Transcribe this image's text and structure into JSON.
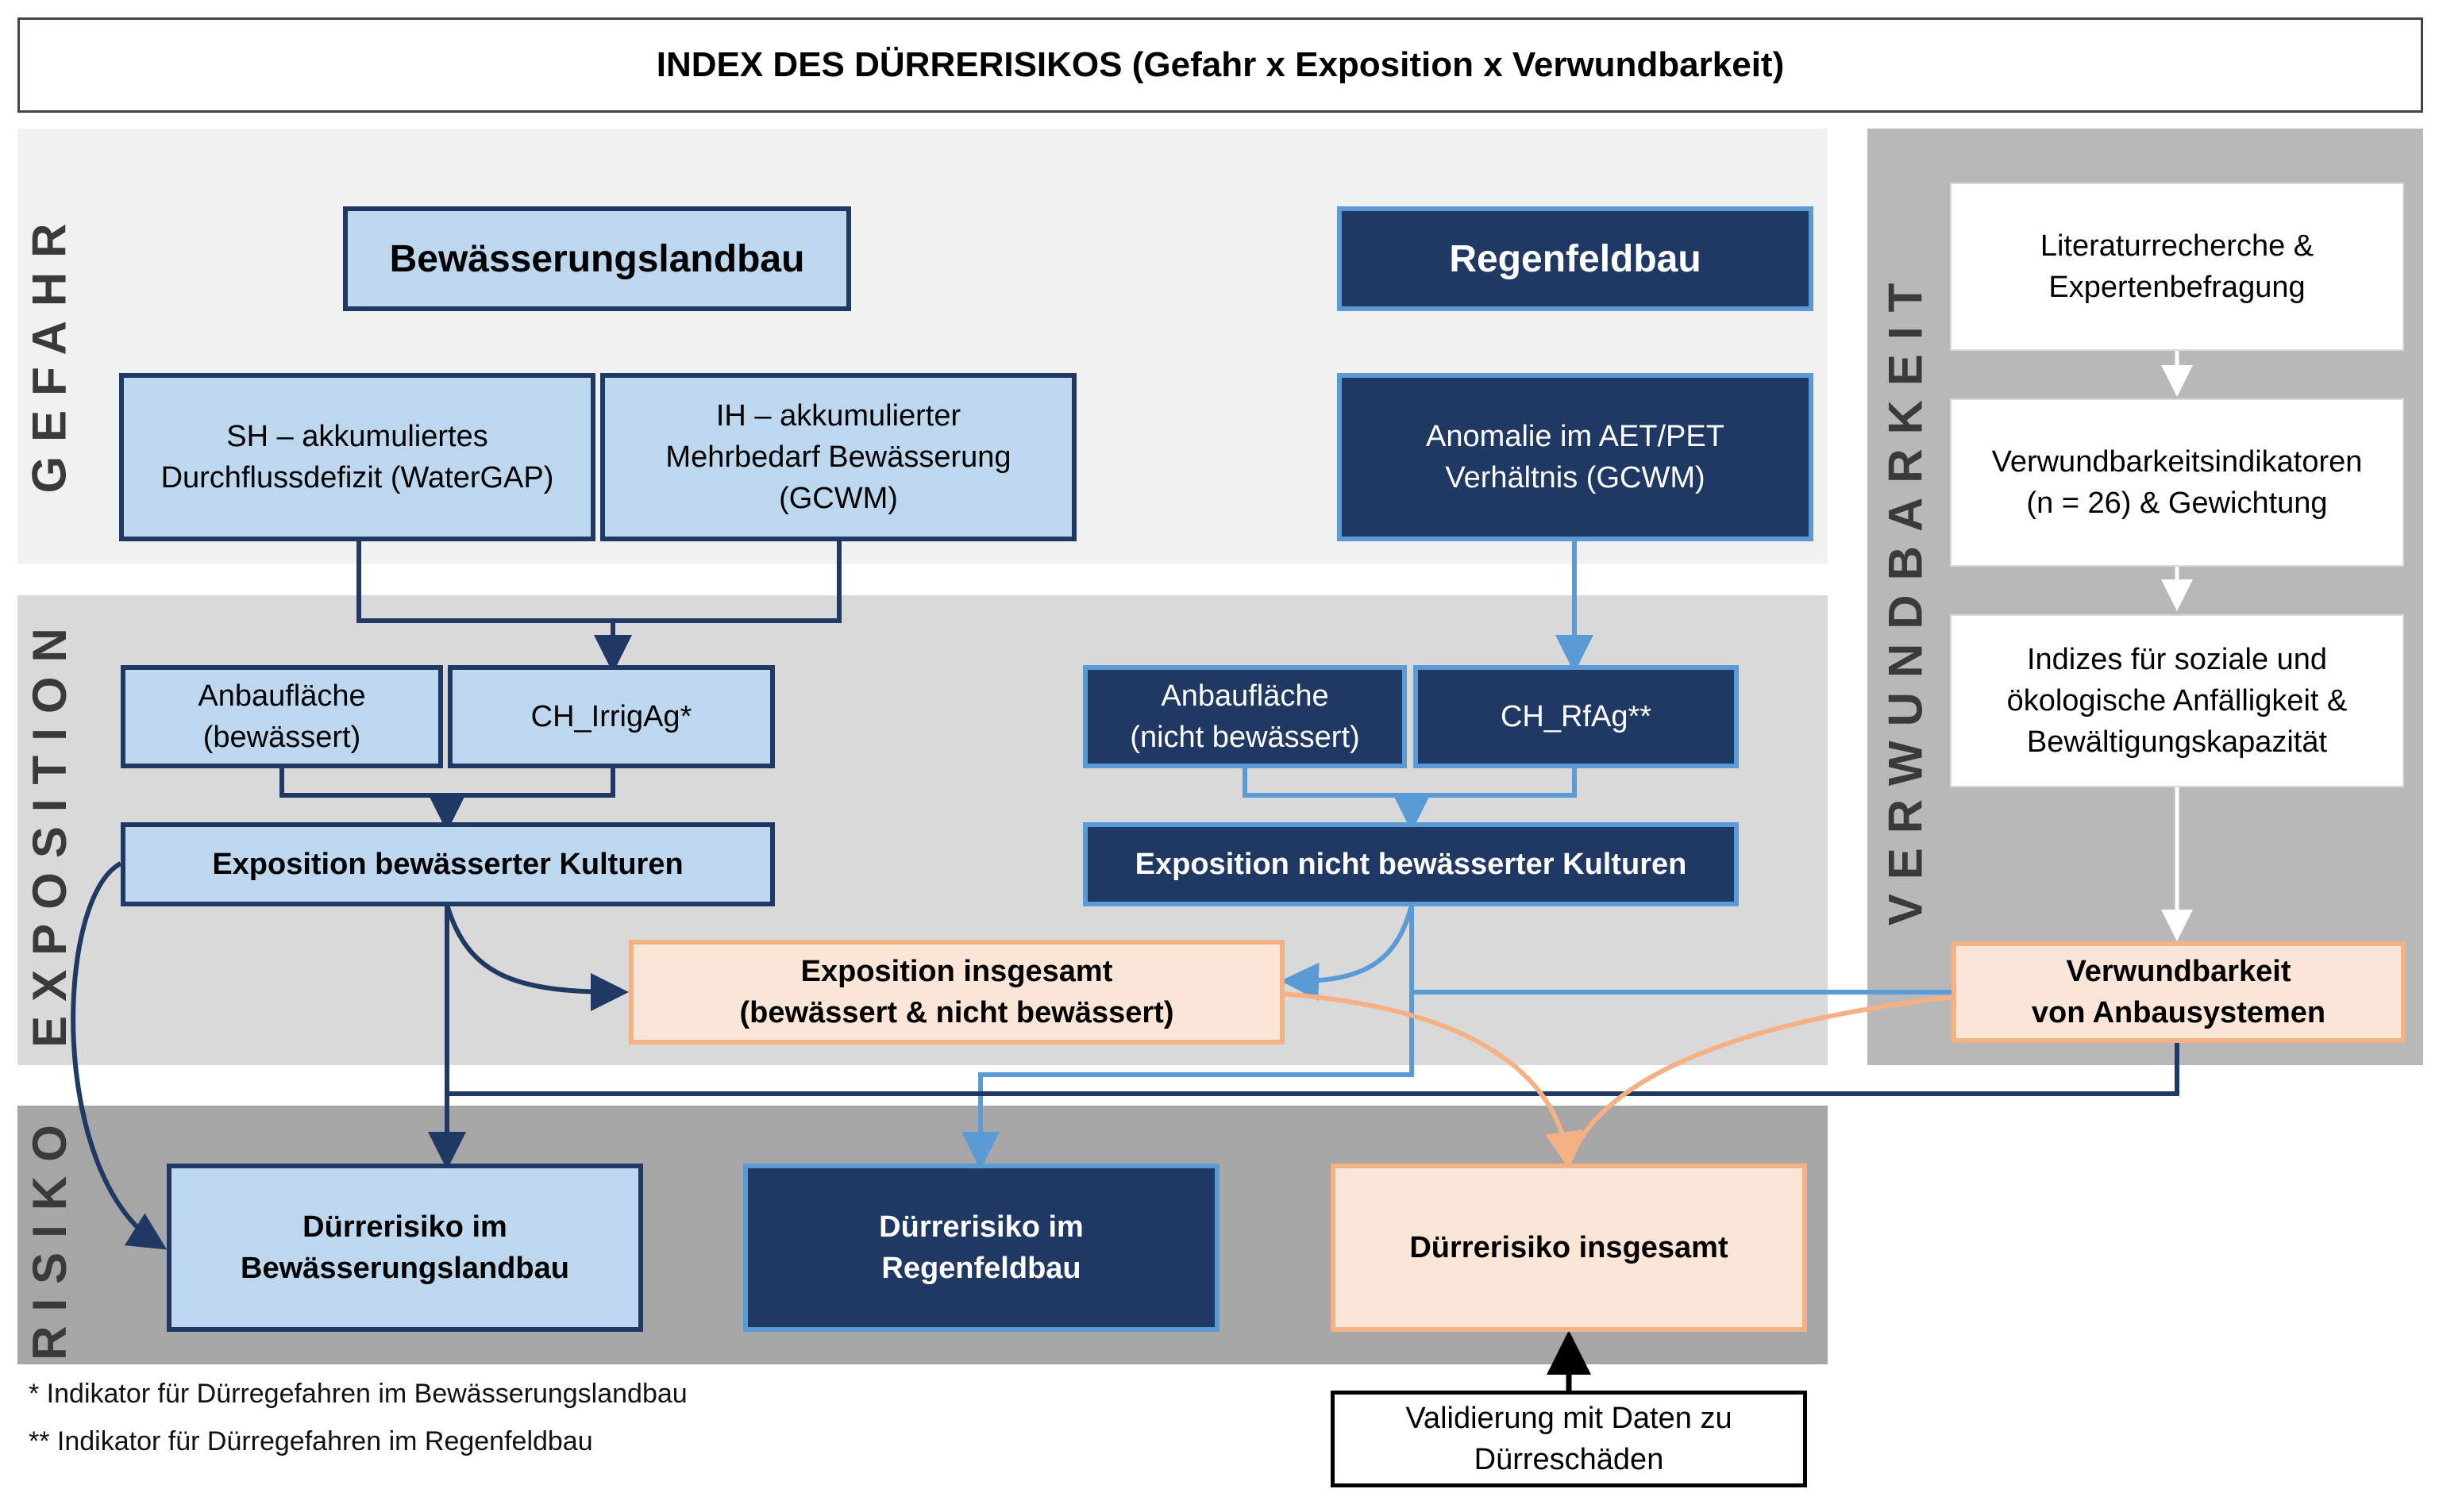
{
  "title": "INDEX DES DÜRRERISIKOS (Gefahr x Exposition x Verwundbarkeit)",
  "bands": {
    "gefahr": "GEFAHR",
    "exposition": "EXPOSITION",
    "risiko": "RISIKO",
    "verwundbarkeit": "VERWUNDBARKEIT"
  },
  "gefahr": {
    "irrigated_header": "Bewässerungslandbau",
    "rainfed_header": "Regenfeldbau",
    "sh": "SH – akkumuliertes\nDurchflussdefizit (WaterGAP)",
    "ih": "IH – akkumulierter\nMehrbedarf Bewässerung\n(GCWM)",
    "anomalie": "Anomalie im AET/PET\nVerhältnis (GCWM)"
  },
  "exposition": {
    "anbau_bew": "Anbaufläche\n(bewässert)",
    "ch_irrig": "CH_IrrigAg*",
    "anbau_nicht": "Anbaufläche\n(nicht bewässert)",
    "ch_rf": "CH_RfAg**",
    "exp_bew": "Exposition bewässerter Kulturen",
    "exp_nicht": "Exposition nicht bewässerter Kulturen",
    "exp_total": "Exposition insgesamt\n(bewässert & nicht bewässert)"
  },
  "verwundbarkeit": {
    "literatur": "Literaturrecherche &\nExpertenbefragung",
    "indikatoren": "Verwundbarkeitsindikatoren\n(n = 26) & Gewichtung",
    "indizes": "Indizes für soziale und\nökologische Anfälligkeit &\nBewältigungskapazität",
    "system": "Verwundbarkeit\nvon Anbausystemen"
  },
  "risiko": {
    "bew": "Dürrerisiko im\nBewässerungslandbau",
    "regen": "Dürrerisiko im\nRegenfeldbau",
    "total": "Dürrerisiko insgesamt"
  },
  "validation": "Validierung mit Daten zu\nDürreschäden",
  "footnotes": {
    "one": "* Indikator für Dürregefahren im Bewässerungslandbau",
    "two": "** Indikator für Dürregefahren im Regenfeldbau"
  },
  "colors": {
    "navy": "#1f3864",
    "mid_blue": "#5b9bd5",
    "light_blue": "#bdd7ee",
    "peach_fill": "#fbe5d6",
    "peach_line": "#f4b183"
  }
}
